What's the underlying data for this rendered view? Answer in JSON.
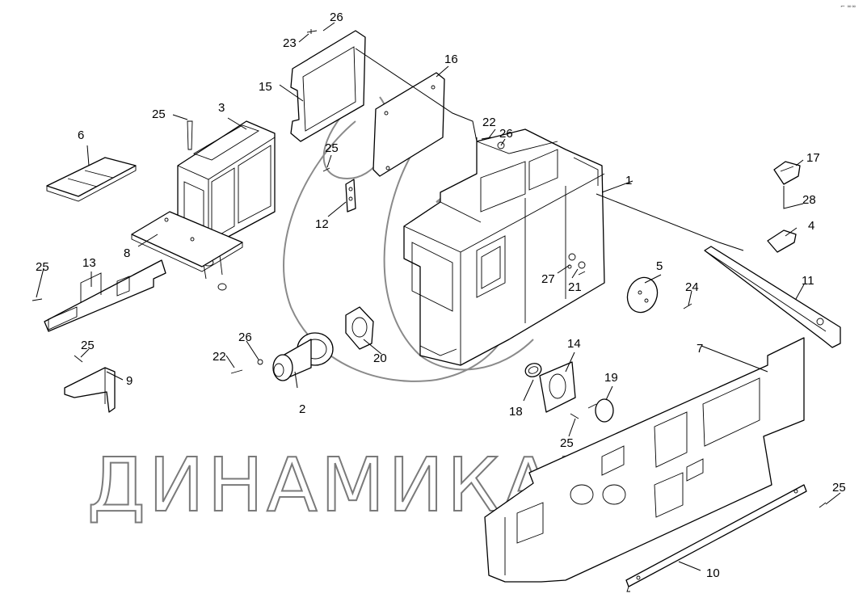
{
  "watermark": {
    "text": "ДИНАМИКА76"
  },
  "corner_mark": "⌐ ∞∞",
  "callouts": {
    "c1": "1",
    "c2": "2",
    "c3": "3",
    "c4": "4",
    "c5": "5",
    "c6": "6",
    "c7": "7",
    "c8": "8",
    "c9": "9",
    "c10": "10",
    "c11": "11",
    "c12": "12",
    "c13": "13",
    "c14": "14",
    "c15": "15",
    "c16": "16",
    "c17": "17",
    "c18": "18",
    "c19": "19",
    "c20": "20",
    "c21": "21",
    "c22a": "22",
    "c22b": "22",
    "c23": "23",
    "c24": "24",
    "c25a": "25",
    "c25b": "25",
    "c25c": "25",
    "c25d": "25",
    "c25e": "25",
    "c25f": "25",
    "c26a": "26",
    "c26b": "26",
    "c26c": "26",
    "c27": "27",
    "c28": "28"
  }
}
